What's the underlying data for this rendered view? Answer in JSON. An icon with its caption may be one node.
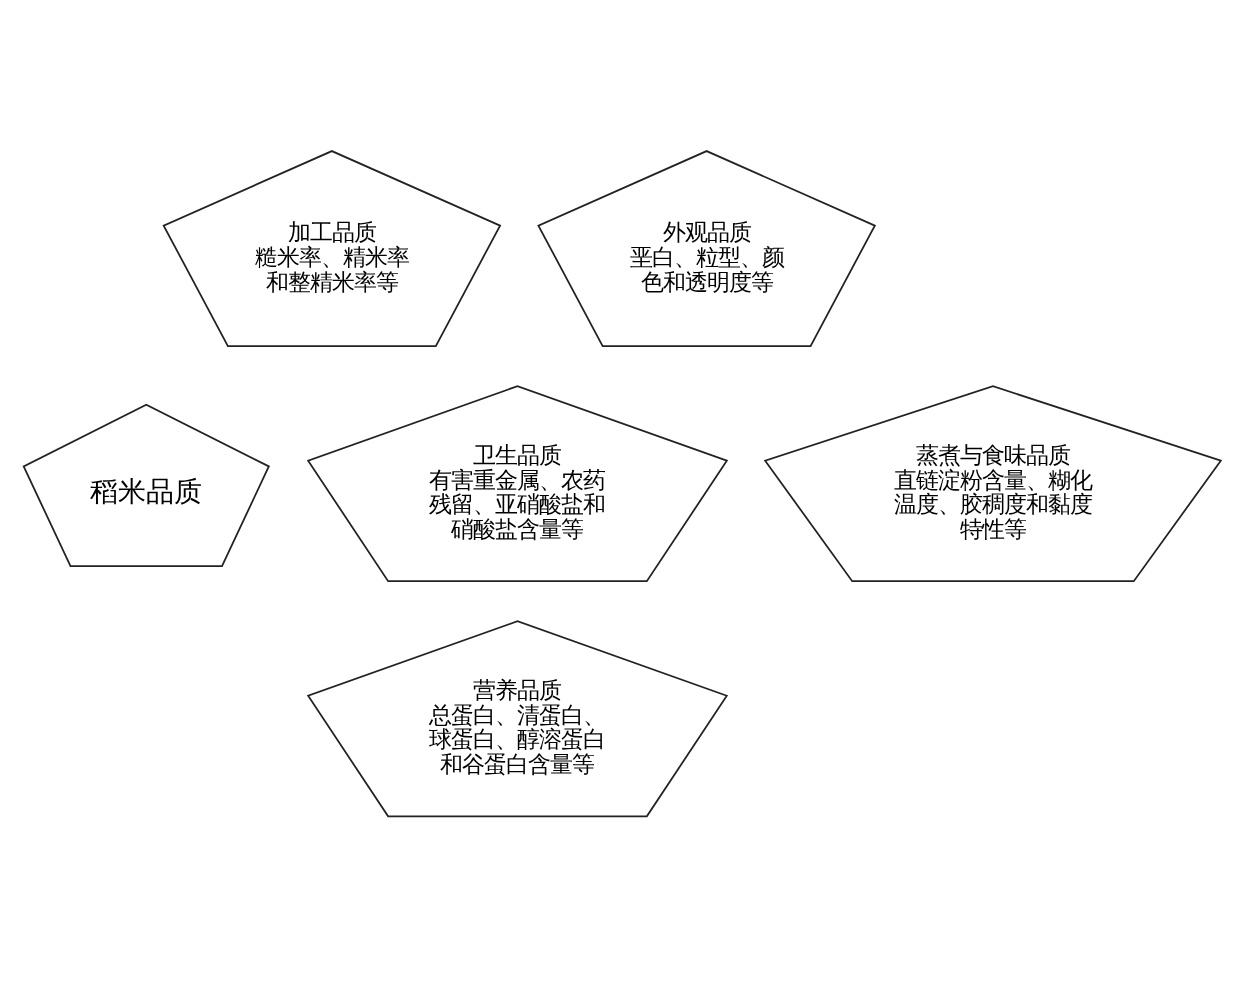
{
  "diagram": {
    "nodes": [
      {
        "text": [
          "加工品质",
          "糙米率、精米率和整精米率等"
        ]
      },
      {
        "text": [
          "外观品质",
          "垩白、粒型、颜色和透明度等"
        ]
      },
      {
        "text": [
          "稻米品质"
        ]
      },
      {
        "text": [
          "卫生品质",
          "有害重金属、农药残留、亚硝酸盐和硝酸盐含量等"
        ]
      },
      {
        "text": [
          "蒸煮与食味品质",
          "直链淀粉含量、糊化温度、胶稠度和黏度特性等"
        ]
      },
      {
        "text": [
          "营养品质",
          "总蛋白、清蛋白、球蛋白、醇溶蛋白和谷蛋白含量等"
        ]
      }
    ]
  }
}
